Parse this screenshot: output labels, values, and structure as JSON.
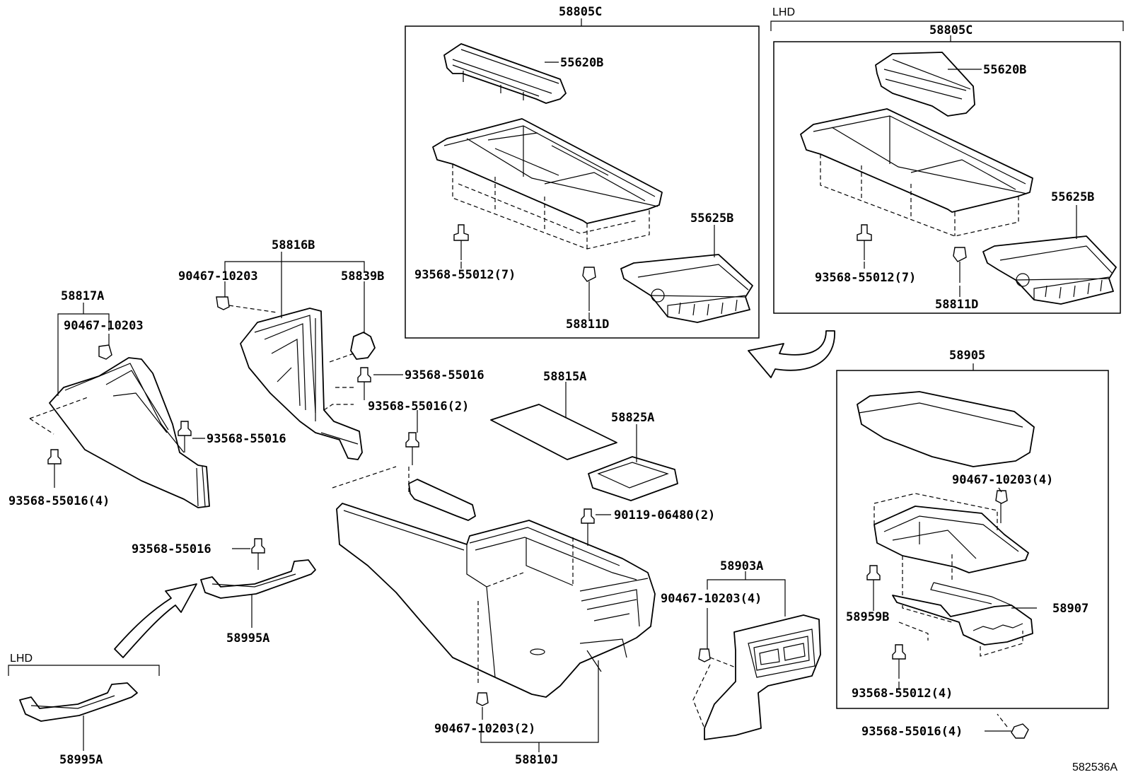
{
  "diagram_id": "582536A",
  "labels": {
    "p58805C_main": "58805C",
    "p58805C_lhd": "58805C",
    "p55620B_main": "55620B",
    "p55620B_lhd": "55620B",
    "p55625B_main": "55625B",
    "p55625B_lhd": "55625B",
    "p93568_55012_7_main": "93568-55012(7)",
    "p93568_55012_7_lhd": "93568-55012(7)",
    "p58811D_main": "58811D",
    "p58811D_lhd": "58811D",
    "p58816B": "58816B",
    "p90467_10203_top": "90467-10203",
    "p58839B": "58839B",
    "p58817A": "58817A",
    "p90467_10203_left": "90467-10203",
    "p93568_55016_a": "93568-55016",
    "p93568_55016_b": "93568-55016",
    "p93568_55016_4_left": "93568-55016(4)",
    "p93568_55016_2": "93568-55016(2)",
    "p58815A": "58815A",
    "p58825A": "58825A",
    "p90119_06480_2": "90119-06480(2)",
    "p93568_55016_c": "93568-55016",
    "p58995A_main": "58995A",
    "p58995A_lhd": "58995A",
    "p58903A": "58903A",
    "p90467_10203_4_a": "90467-10203(4)",
    "p90467_10203_2": "90467-10203(2)",
    "p58810J": "58810J",
    "p58905": "58905",
    "p90467_10203_4_b": "90467-10203(4)",
    "p58959B": "58959B",
    "p58907": "58907",
    "p93568_55012_4": "93568-55012(4)",
    "p93568_55016_4_right": "93568-55016(4)"
  },
  "lhd_tags": {
    "top_right": "LHD",
    "bottom_left": "LHD"
  }
}
